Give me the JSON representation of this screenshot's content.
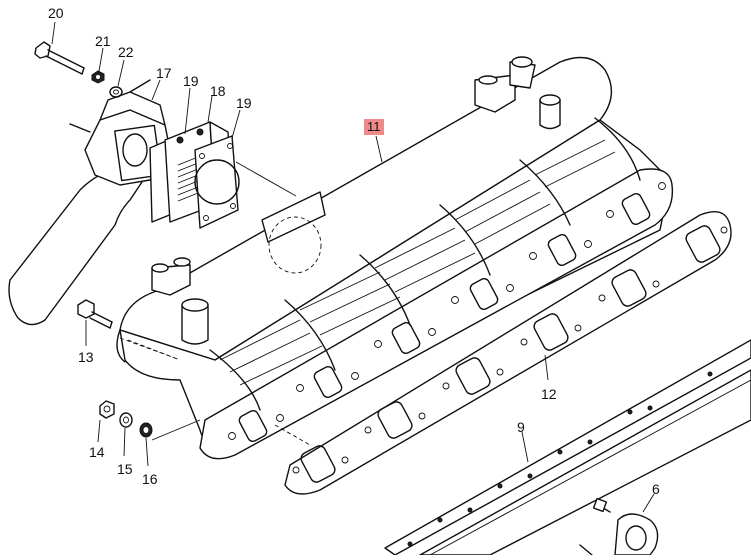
{
  "diagram": {
    "callouts": [
      {
        "id": "20",
        "text": "20"
      },
      {
        "id": "21",
        "text": "21"
      },
      {
        "id": "22",
        "text": "22"
      },
      {
        "id": "17",
        "text": "17"
      },
      {
        "id": "19a",
        "text": "19"
      },
      {
        "id": "18",
        "text": "18"
      },
      {
        "id": "19b",
        "text": "19"
      },
      {
        "id": "11",
        "text": "11"
      },
      {
        "id": "13",
        "text": "13"
      },
      {
        "id": "12",
        "text": "12"
      },
      {
        "id": "9",
        "text": "9"
      },
      {
        "id": "14",
        "text": "14"
      },
      {
        "id": "15",
        "text": "15"
      },
      {
        "id": "16",
        "text": "16"
      },
      {
        "id": "6",
        "text": "6"
      }
    ],
    "highlight_color": "#f08a8a"
  }
}
